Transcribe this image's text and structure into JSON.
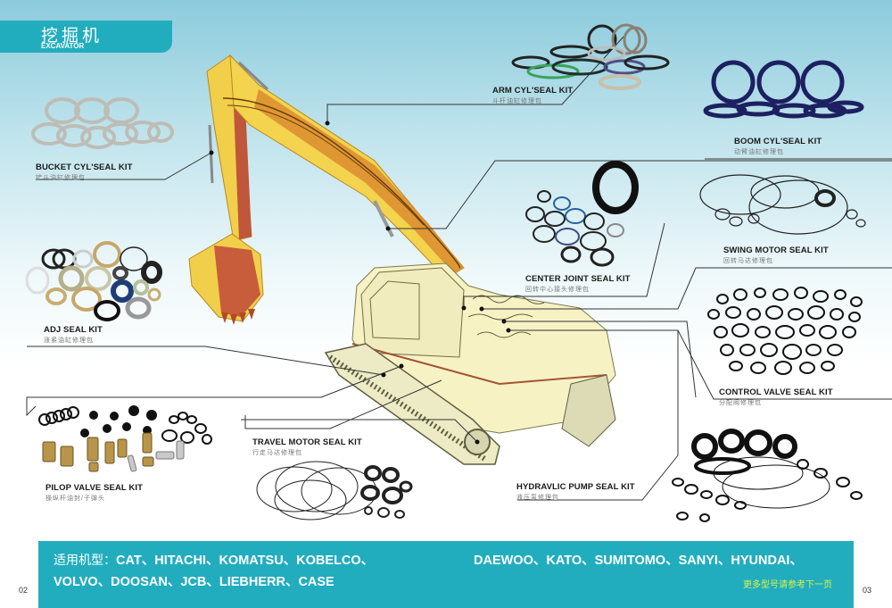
{
  "header": {
    "title_cn": "挖掘机",
    "title_en": "EXCAVATOR",
    "accent_color": "#22adbe"
  },
  "kits": [
    {
      "id": "bucket",
      "name_en": "BUCKET CYL'SEAL KIT",
      "name_cn": "铲斗油缸修理包"
    },
    {
      "id": "arm",
      "name_en": "ARM CYL'SEAL KIT",
      "name_cn": "斗杆油缸修理包"
    },
    {
      "id": "boom",
      "name_en": "BOOM CYL'SEAL KIT",
      "name_cn": "动臂油缸修理包"
    },
    {
      "id": "center-joint",
      "name_en": "CENTER JOINT SEAL KIT",
      "name_cn": "回转中心接头修理包"
    },
    {
      "id": "swing-motor",
      "name_en": "SWING MOTOR SEAL KIT",
      "name_cn": "回转马达修理包"
    },
    {
      "id": "adj",
      "name_en": "ADJ SEAL KIT",
      "name_cn": "涨紧油缸修理包"
    },
    {
      "id": "control-valve",
      "name_en": "CONTROL VALVE SEAL KIT",
      "name_cn": "分配阀修理包"
    },
    {
      "id": "pilop-valve",
      "name_en": "PILOP VALVE SEAL KIT",
      "name_cn": "操纵杆油封/子弹头"
    },
    {
      "id": "travel-motor",
      "name_en": "TRAVEL MOTOR SEAL KIT",
      "name_cn": "行走马达修理包"
    },
    {
      "id": "hydraulic-pump",
      "name_en": "HYDRAVLIC PUMP SEAL KIT",
      "name_cn": "液压泵修理包"
    }
  ],
  "footer": {
    "models_prefix": "适用机型：",
    "models_line1_left": "CAT、HITACHI、KOMATSU、KOBELCO、",
    "models_line1_right": "DAEWOO、KATO、SUMITOMO、SANYI、HYUNDAI、",
    "models_line2": "VOLVO、DOOSAN、JCB、LIEBHERR、CASE",
    "more_note": "更多型号请参考下一页",
    "more_note_color": "#d9f34a",
    "page_left": "02",
    "page_right": "03"
  }
}
